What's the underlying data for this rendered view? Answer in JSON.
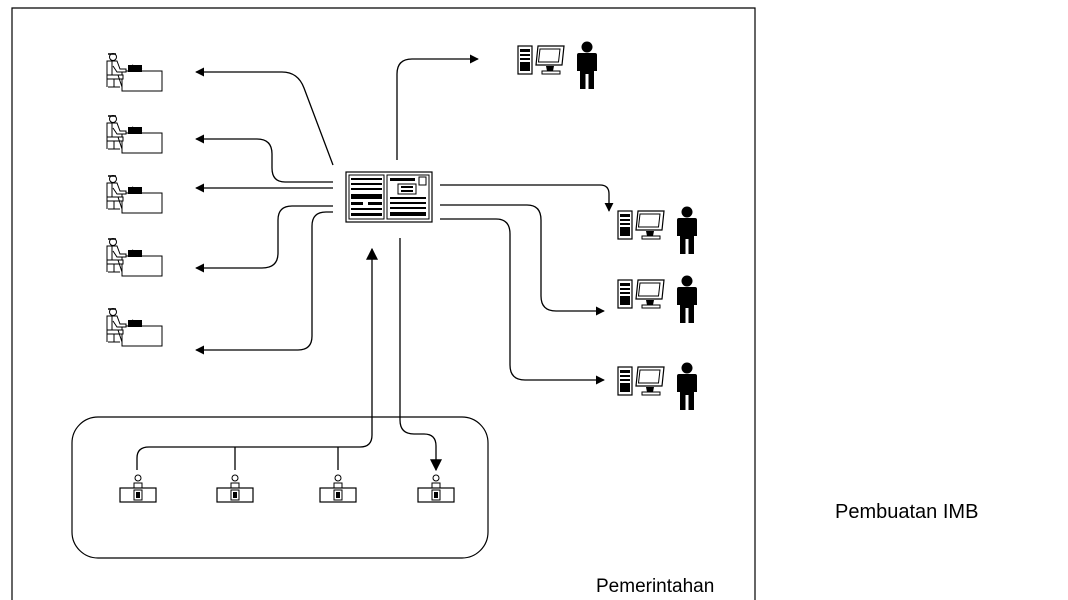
{
  "diagram": {
    "side_title": "Pembuatan IMB",
    "boundary_label": "Pemerintahan",
    "colors": {
      "line": "#000000",
      "background": "#ffffff",
      "fill_light": "#ffffff",
      "fill_dark": "#000000"
    },
    "nodes": {
      "central_server": {
        "icon": "server-rack-icon"
      },
      "office_workers": {
        "count": 5,
        "icon": "desk-worker-icon"
      },
      "external_users": {
        "count": 4,
        "icon": "workstation-user-icon"
      },
      "counter_staff": {
        "count": 4,
        "icon": "service-counter-icon"
      }
    }
  }
}
